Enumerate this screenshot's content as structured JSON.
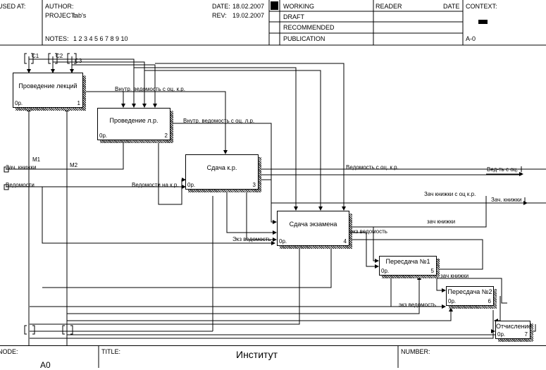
{
  "header": {
    "used_at": "USED AT:",
    "author_label": "AUTHOR:",
    "project_label": "PROJECT:",
    "project_value": "lab's",
    "notes_label": "NOTES:",
    "notes_value": "1  2  3  4  5  6  7  8  9  10",
    "date_label": "DATE:",
    "date_value": "18.02.2007",
    "rev_label": "REV:",
    "rev_value": "19.02.2007",
    "status": [
      "WORKING",
      "DRAFT",
      "RECOMMENDED",
      "PUBLICATION"
    ],
    "reader_label": "READER",
    "reader_date_label": "DATE",
    "context_label": "CONTEXT:",
    "context_node": "A-0"
  },
  "footer": {
    "node_label": "NODE:",
    "node_value": "A0",
    "title_label": "TITLE:",
    "title_value": "Институт",
    "number_label": "NUMBER:"
  },
  "boxes": [
    {
      "name": "Проведение лекций",
      "cost": "0р.",
      "num": "1"
    },
    {
      "name": "Проведение л.р.",
      "cost": "0р.",
      "num": "2"
    },
    {
      "name": "Сдача к.р.",
      "cost": "0р.",
      "num": "3"
    },
    {
      "name": "Сдача экзамена",
      "cost": "0р.",
      "num": "4"
    },
    {
      "name": "Пересдача №1",
      "cost": "0р.",
      "num": "5"
    },
    {
      "name": "Пересдача №2",
      "cost": "0р.",
      "num": "6"
    },
    {
      "name": "Отчисление",
      "cost": "0р.",
      "num": "7"
    }
  ],
  "arrows": {
    "c1": "C1",
    "c2": "C2",
    "c3": "C3",
    "m1": "M1",
    "m2": "M2",
    "zach_knizhki_in": "Зач. книжки",
    "vedomosti_in": "Ведомости",
    "vnutr_ved_ocenki_kr": "Внутр. ведомость с оц. к.р.",
    "vnutr_ved_ocenki_lr": "Внутр. ведомость с оц. л.р.",
    "vedomosti_na_kr": "Ведомости на к.р.",
    "vedomost_ocenki_kr": "Ведомость с оц. к.р.",
    "ved_out": "Вед-ть с оц.",
    "zach_knizhki_s_oc": "Зач книжки с оц к.р.",
    "zach_knizhki_out": "Зач. книжки",
    "zach_knizhki_1": "зач книжки",
    "zach_knizhki_2": "зач книжки",
    "ekz_vedomost_1": "экз ведомость",
    "ekz_vedomost_2": "Экз ведомость",
    "ekz_vedomost_3": "экз ведомость"
  }
}
